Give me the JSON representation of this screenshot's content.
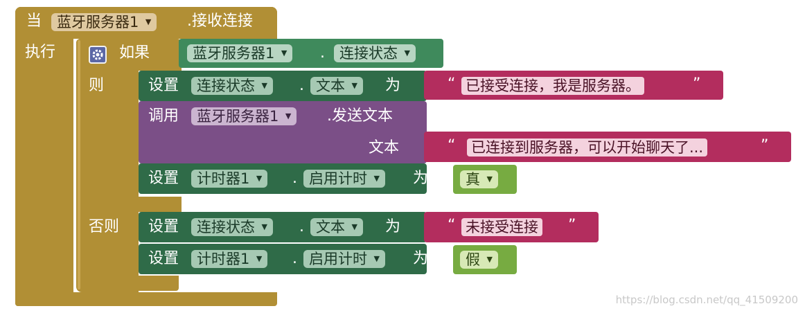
{
  "event": {
    "when_label": "当",
    "component": "蓝牙服务器1",
    "event_name": ".接收连接",
    "do_label": "执行"
  },
  "if_block": {
    "if_label": "如果",
    "then_label": "则",
    "else_label": "否则",
    "condition": {
      "component": "蓝牙服务器1",
      "dot": ".",
      "property": "连接状态"
    }
  },
  "then": {
    "set1": {
      "set_label": "设置",
      "component": "连接状态",
      "dot": ".",
      "property": "文本",
      "to_label": "为",
      "string": "已接受连接，我是服务器。"
    },
    "call": {
      "call_label": "调用",
      "component": "蓝牙服务器1",
      "method": ".发送文本",
      "arg_label": "文本",
      "string": "已连接到服务器，可以开始聊天了..."
    },
    "set2": {
      "set_label": "设置",
      "component": "计时器1",
      "dot": ".",
      "property": "启用计时",
      "to_label": "为",
      "value": "真"
    }
  },
  "else": {
    "set1": {
      "set_label": "设置",
      "component": "连接状态",
      "dot": ".",
      "property": "文本",
      "to_label": "为",
      "string": "未接受连接"
    },
    "set2": {
      "set_label": "设置",
      "component": "计时器1",
      "dot": ".",
      "property": "启用计时",
      "to_label": "为",
      "value": "假"
    }
  },
  "quote_open": "“",
  "quote_close": "”",
  "dropdown_arrow": "▼",
  "watermark": "https://blog.csdn.net/qq_41509200",
  "colors": {
    "event": "#b18f35",
    "control": "#b18f35",
    "component_green": "#2f6b48",
    "getter_green": "#3f8a5c",
    "call_purple": "#7b4f87",
    "text_red": "#b32d5e",
    "logic_green": "#77ab41",
    "mutator_blue": "#5b67a5"
  }
}
